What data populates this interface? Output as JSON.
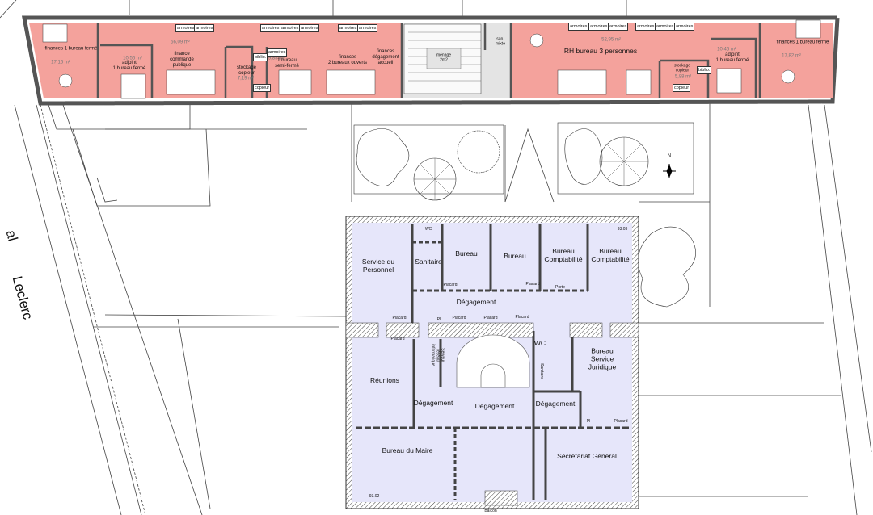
{
  "street": {
    "name_part": "Leclerc",
    "name_prefix_fragment": "al"
  },
  "annex": {
    "rooms": [
      {
        "label": "finances 1 bureau fermé",
        "area": "17,16 m²"
      },
      {
        "label": "adjoint\n1 bureau fermé",
        "area": "10,56 m²"
      },
      {
        "label": "",
        "area": "56,09 m²"
      },
      {
        "label": "finance\ncommande\npublique"
      },
      {
        "label": "stockage\ncopieur",
        "area": "7,19 m²"
      },
      {
        "label": "1 bureau\nsemi-fermé",
        "area": "9,85 m²"
      },
      {
        "label": "finances\n2 bureaux ouverts"
      },
      {
        "label": "finances\ndégagement\naccueil"
      },
      {
        "label": "ménage\n2m2"
      },
      {
        "label": "san.\nmixte"
      },
      {
        "label": "RH bureau 3 personnes",
        "area": "52,95 m²"
      },
      {
        "label": "stockage\ncopieur",
        "area": "5,88 m²"
      },
      {
        "label": "adjoint\n1 bureau fermé",
        "area": "10,46 m²"
      },
      {
        "label": "finances 1 bureau fermé",
        "area": "17,82 m²"
      }
    ],
    "furniture": {
      "armoires": "armoires",
      "biblio": "biblio.",
      "copieur": "copieur"
    }
  },
  "compass": {
    "north": "N"
  },
  "main": {
    "rooms": [
      "Service du\nPersonnel",
      "WC",
      "Sanitaire",
      "Bureau",
      "Bureau",
      "Bureau\nComptabilité",
      "Bureau\nComptabilité",
      "Dégagement",
      "Réunions",
      "Dégagement",
      "Dégagement",
      "Dégagement",
      "WC",
      "Bureau\nService\nJuridique",
      "Bureau du Maire",
      "Secrétariat Général"
    ],
    "small": {
      "placard": "Placard",
      "pl": "Pl",
      "porte": "Porte",
      "server": "Serveur\nréseau\ninformatique",
      "sanitaire": "Sanitaire",
      "balcon": "Balcon",
      "ref1": "93.03",
      "ref2": "93.02"
    }
  }
}
